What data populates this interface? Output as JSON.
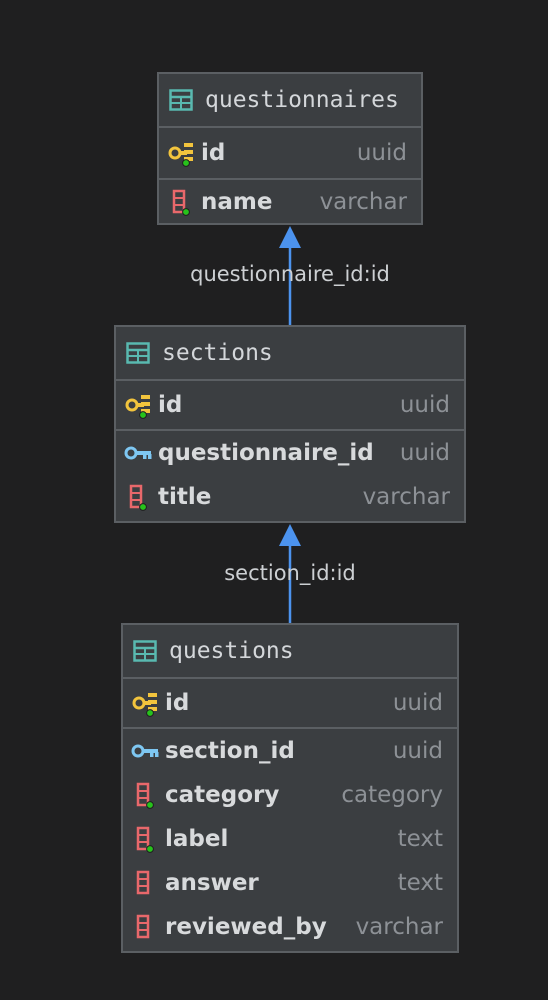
{
  "tables": [
    {
      "name": "questionnaires",
      "pk": [
        {
          "name": "id",
          "type": "uuid",
          "icon": "primary-key-icon"
        }
      ],
      "columns": [
        {
          "name": "name",
          "type": "varchar",
          "icon": "column-notnull-icon"
        }
      ]
    },
    {
      "name": "sections",
      "pk": [
        {
          "name": "id",
          "type": "uuid",
          "icon": "primary-key-icon"
        }
      ],
      "columns": [
        {
          "name": "questionnaire_id",
          "type": "uuid",
          "icon": "foreign-key-icon"
        },
        {
          "name": "title",
          "type": "varchar",
          "icon": "column-notnull-icon"
        }
      ]
    },
    {
      "name": "questions",
      "pk": [
        {
          "name": "id",
          "type": "uuid",
          "icon": "primary-key-icon"
        }
      ],
      "columns": [
        {
          "name": "section_id",
          "type": "uuid",
          "icon": "foreign-key-icon"
        },
        {
          "name": "category",
          "type": "category",
          "icon": "column-notnull-icon"
        },
        {
          "name": "label",
          "type": "text",
          "icon": "column-notnull-icon"
        },
        {
          "name": "answer",
          "type": "text",
          "icon": "column-icon"
        },
        {
          "name": "reviewed_by",
          "type": "varchar",
          "icon": "column-icon"
        }
      ]
    }
  ],
  "relations": [
    {
      "label": "questionnaire_id:id"
    },
    {
      "label": "section_id:id"
    }
  ],
  "colors": {
    "background": "#1f1f20",
    "table_fill": "#3b3e41",
    "border": "#5b5f63",
    "arrow": "#4c93ee",
    "pk_icon": "#f2c43d",
    "fk_icon": "#7ec7f2",
    "column_icon": "#e8686b",
    "notnull_dot": "#27c21b",
    "table_icon": "#59b9b0"
  }
}
